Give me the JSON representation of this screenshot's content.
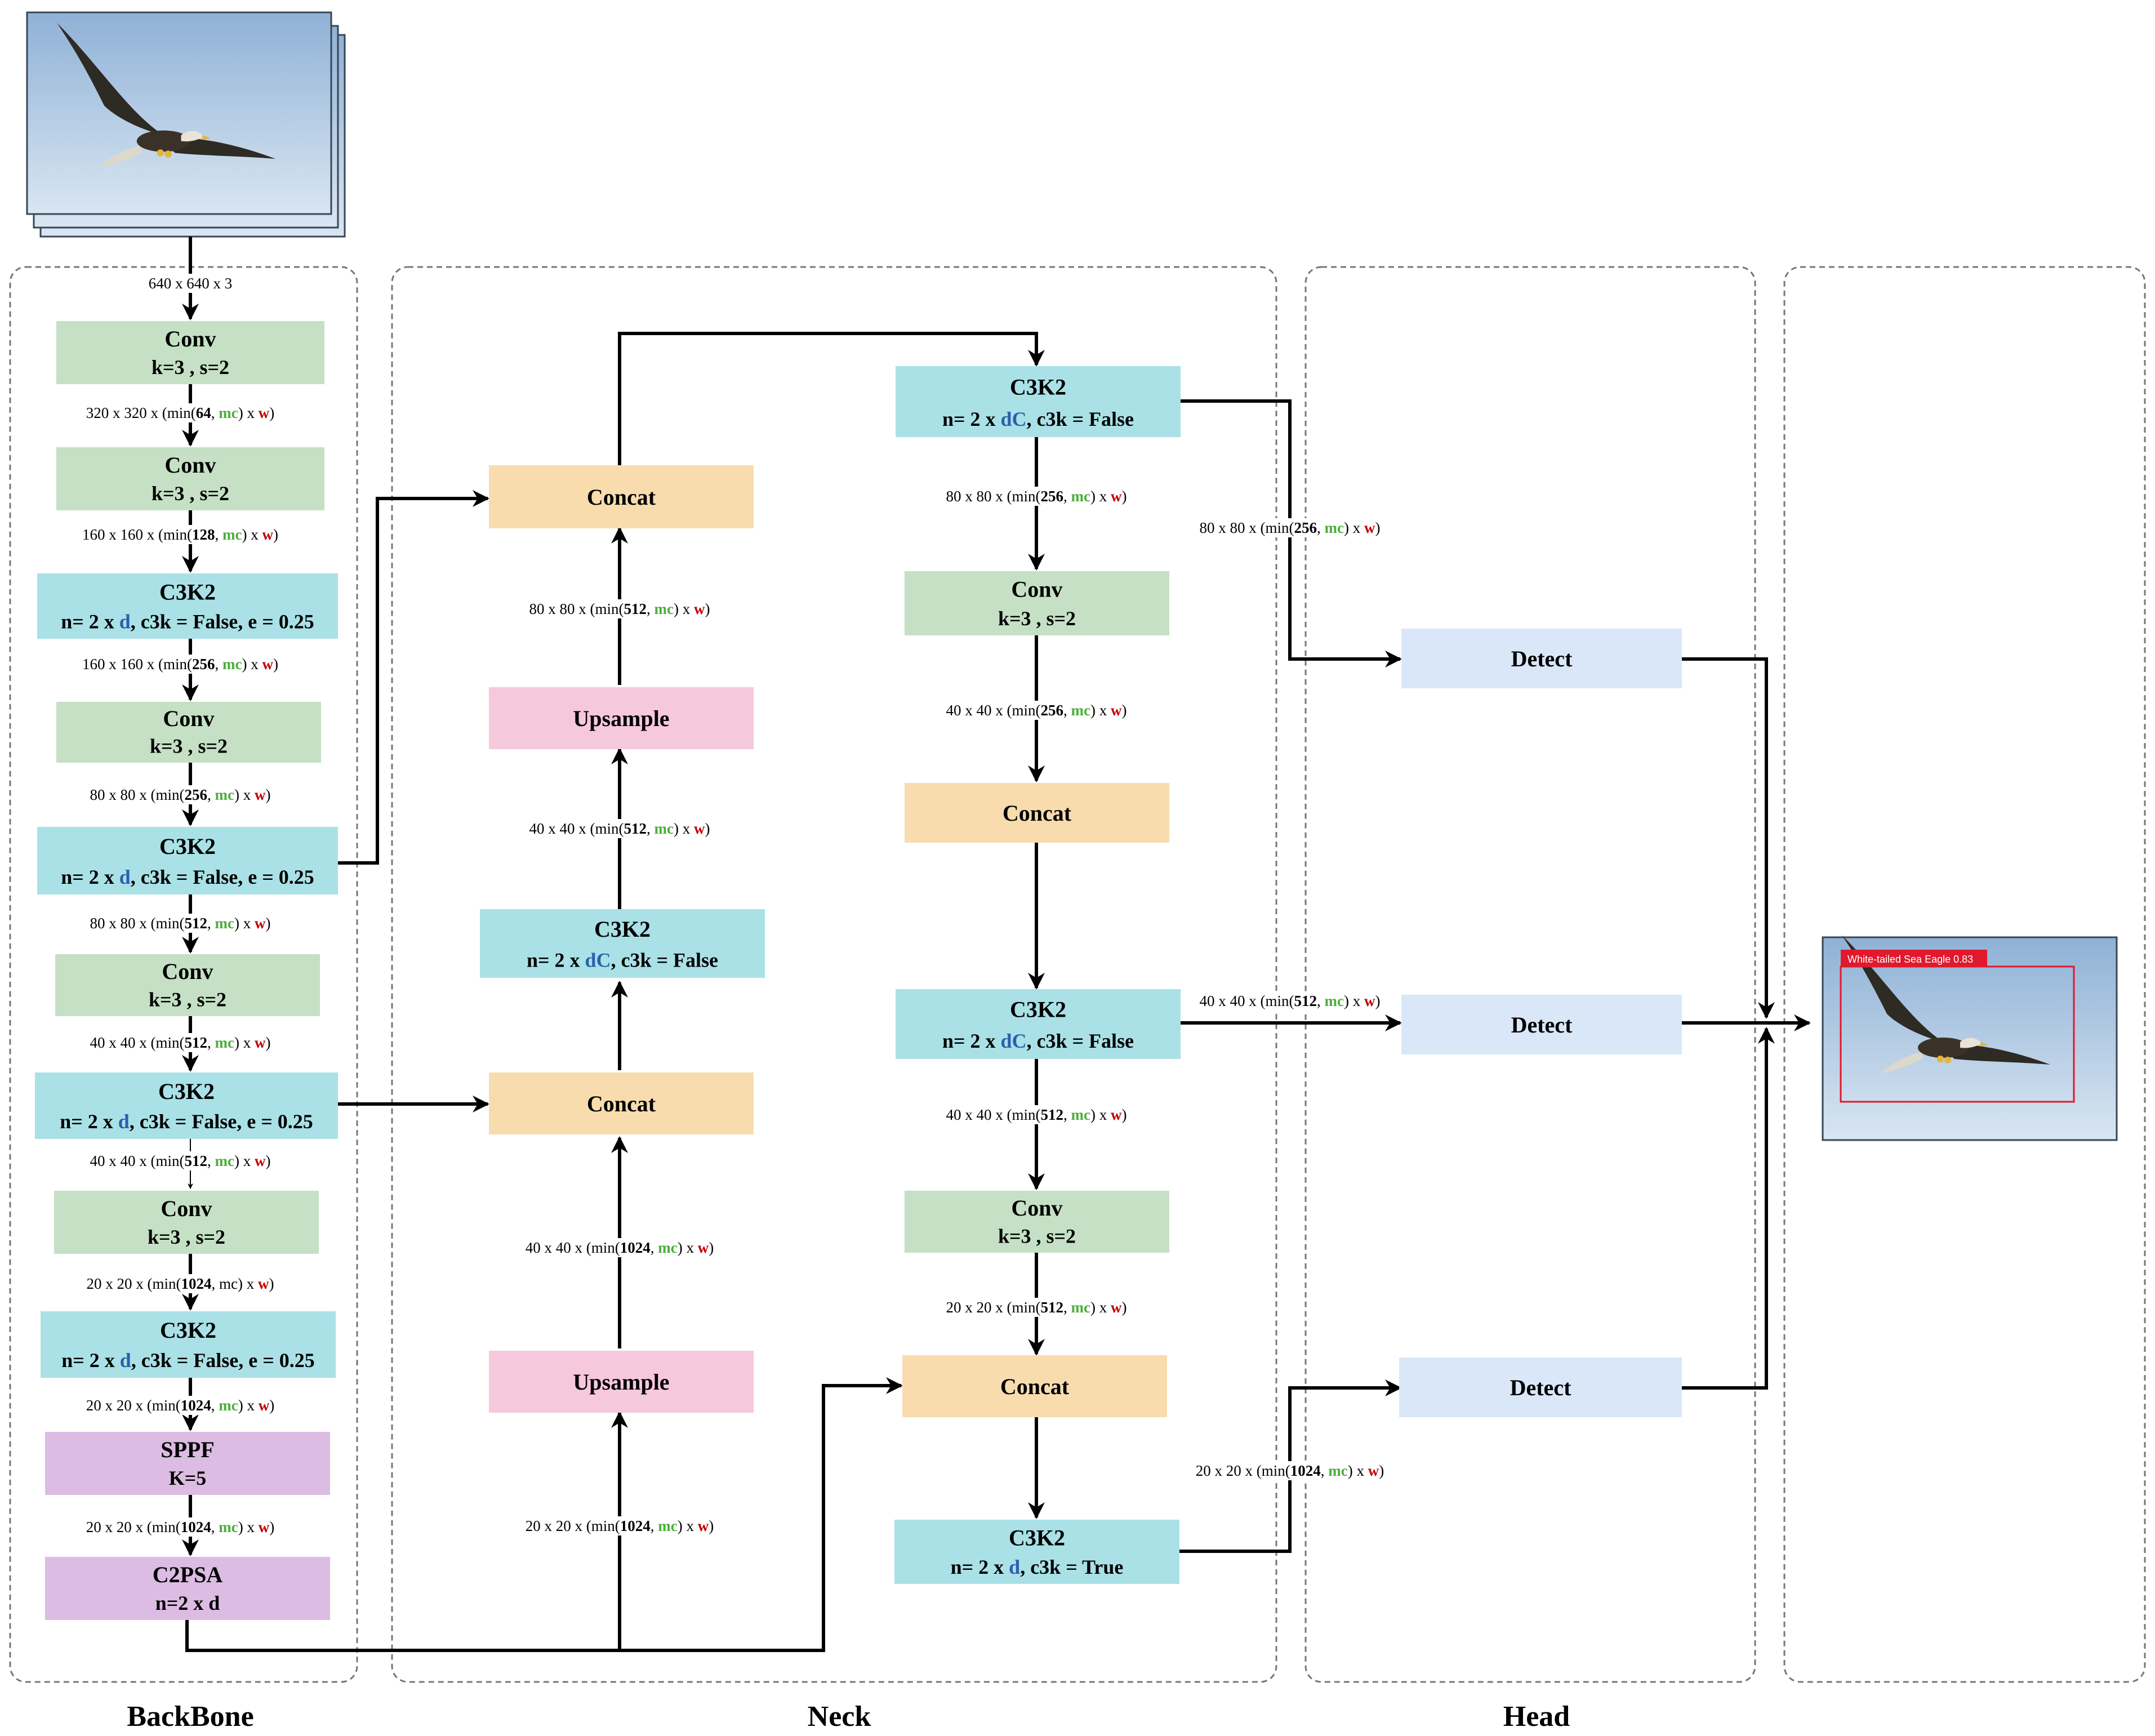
{
  "colors": {
    "conv": "#c5e0c5",
    "c3k2": "#a9e1e7",
    "concat": "#f9dcae",
    "upsample": "#f6c8dc",
    "sppf": "#dcbce2",
    "detect": "#d9e7f9",
    "mc": "#4cae3a",
    "w": "#c00000",
    "d": "#2b5fad",
    "detection_box": "#e0192c"
  },
  "sections": {
    "backbone": "BackBone",
    "neck": "Neck",
    "head": "Head"
  },
  "input_image": {
    "content": "eagle-photo"
  },
  "output_image": {
    "detection_label": "White-tailed Sea Eagle 0.83"
  },
  "blocks": {
    "bb_conv1": {
      "title": "Conv",
      "params": [
        {
          "t": "k=3 , s=2"
        }
      ]
    },
    "bb_conv2": {
      "title": "Conv",
      "params": [
        {
          "t": "k=3 , s=2"
        }
      ]
    },
    "bb_c3k2_1": {
      "title": "C3K2",
      "params": [
        {
          "t": "n= 2 x "
        },
        {
          "t": "d",
          "c": "d"
        },
        {
          "t": ", c3k = False, e = 0.25"
        }
      ]
    },
    "bb_conv3": {
      "title": "Conv",
      "params": [
        {
          "t": "k=3 , s=2"
        }
      ]
    },
    "bb_c3k2_2": {
      "title": "C3K2",
      "params": [
        {
          "t": "n= 2 x "
        },
        {
          "t": "d",
          "c": "d"
        },
        {
          "t": ", c3k = False, e = 0.25"
        }
      ]
    },
    "bb_conv4": {
      "title": "Conv",
      "params": [
        {
          "t": "k=3 , s=2"
        }
      ]
    },
    "bb_c3k2_3": {
      "title": "C3K2",
      "params": [
        {
          "t": "n= 2 x "
        },
        {
          "t": "d",
          "c": "d"
        },
        {
          "t": ", c3k = False, e = 0.25"
        }
      ]
    },
    "bb_conv5": {
      "title": "Conv",
      "params": [
        {
          "t": "k=3 , s=2"
        }
      ]
    },
    "bb_c3k2_4": {
      "title": "C3K2",
      "params": [
        {
          "t": "n= 2 x "
        },
        {
          "t": "d",
          "c": "d"
        },
        {
          "t": ", c3k = False, e = 0.25"
        }
      ]
    },
    "bb_sppf": {
      "title": "SPPF",
      "params": [
        {
          "t": "K=5"
        }
      ]
    },
    "bb_c2psa": {
      "title": "C2PSA",
      "params": [
        {
          "t": "n=2 x d"
        }
      ]
    },
    "nk_concat1": {
      "title": "Concat",
      "params": []
    },
    "nk_upsample1": {
      "title": "Upsample",
      "params": []
    },
    "nk_c3k2_1": {
      "title": "C3K2",
      "params": [
        {
          "t": "n= 2 x "
        },
        {
          "t": "dC",
          "c": "d"
        },
        {
          "t": ", c3k = False"
        }
      ]
    },
    "nk_concat2": {
      "title": "Concat",
      "params": []
    },
    "nk_upsample2": {
      "title": "Upsample",
      "params": []
    },
    "nk_c3k2_2": {
      "title": "C3K2",
      "params": [
        {
          "t": "n= 2 x "
        },
        {
          "t": "dC",
          "c": "d"
        },
        {
          "t": ", c3k = False"
        }
      ]
    },
    "nk_conv1": {
      "title": "Conv",
      "params": [
        {
          "t": "k=3 , s=2"
        }
      ]
    },
    "nk_concat3": {
      "title": "Concat",
      "params": []
    },
    "nk_c3k2_3": {
      "title": "C3K2",
      "params": [
        {
          "t": "n= 2 x "
        },
        {
          "t": "dC",
          "c": "d"
        },
        {
          "t": ", c3k = False"
        }
      ]
    },
    "nk_conv2": {
      "title": "Conv",
      "params": [
        {
          "t": "k=3 , s=2"
        }
      ]
    },
    "nk_concat4": {
      "title": "Concat",
      "params": []
    },
    "nk_c3k2_4": {
      "title": "C3K2",
      "params": [
        {
          "t": "n= 2 x "
        },
        {
          "t": "d",
          "c": "d"
        },
        {
          "t": ", c3k = True"
        }
      ]
    },
    "hd_detect1": {
      "title": "Detect",
      "params": []
    },
    "hd_detect2": {
      "title": "Detect",
      "params": []
    },
    "hd_detect3": {
      "title": "Detect",
      "params": []
    }
  },
  "labels": {
    "l_input": [
      {
        "t": "640 x 640 x 3"
      }
    ],
    "l_bb1": [
      {
        "t": "320 x 320 x (min("
      },
      {
        "t": "64",
        "c": "b"
      },
      {
        "t": ", "
      },
      {
        "t": "mc",
        "c": "mc"
      },
      {
        "t": ") x "
      },
      {
        "t": "w",
        "c": "w"
      },
      {
        "t": ")"
      }
    ],
    "l_bb2": [
      {
        "t": "160 x 160 x (min("
      },
      {
        "t": "128",
        "c": "b"
      },
      {
        "t": ", "
      },
      {
        "t": "mc",
        "c": "mc"
      },
      {
        "t": ") x "
      },
      {
        "t": "w",
        "c": "w"
      },
      {
        "t": ")"
      }
    ],
    "l_bb3": [
      {
        "t": "160 x 160 x (min("
      },
      {
        "t": "256",
        "c": "b"
      },
      {
        "t": ", "
      },
      {
        "t": "mc",
        "c": "mc"
      },
      {
        "t": ") x "
      },
      {
        "t": "w",
        "c": "w"
      },
      {
        "t": ")"
      }
    ],
    "l_bb4": [
      {
        "t": "80 x 80 x (min("
      },
      {
        "t": "256",
        "c": "b"
      },
      {
        "t": ", "
      },
      {
        "t": "mc",
        "c": "mc"
      },
      {
        "t": ") x "
      },
      {
        "t": "w",
        "c": "w"
      },
      {
        "t": ")"
      }
    ],
    "l_bb5": [
      {
        "t": "80 x 80 x (min("
      },
      {
        "t": "512",
        "c": "b"
      },
      {
        "t": ", "
      },
      {
        "t": "mc",
        "c": "mc"
      },
      {
        "t": ") x "
      },
      {
        "t": "w",
        "c": "w"
      },
      {
        "t": ")"
      }
    ],
    "l_bb6": [
      {
        "t": "40 x 40 x (min("
      },
      {
        "t": "512",
        "c": "b"
      },
      {
        "t": ", "
      },
      {
        "t": "mc",
        "c": "mc"
      },
      {
        "t": ") x "
      },
      {
        "t": "w",
        "c": "w"
      },
      {
        "t": ")"
      }
    ],
    "l_bb7": [
      {
        "t": "40 x 40 x (min("
      },
      {
        "t": "512",
        "c": "b"
      },
      {
        "t": ", "
      },
      {
        "t": "mc",
        "c": "mc"
      },
      {
        "t": ") x "
      },
      {
        "t": "w",
        "c": "w"
      },
      {
        "t": ")"
      }
    ],
    "l_bb8": [
      {
        "t": "20 x 20 x (min("
      },
      {
        "t": "1024",
        "c": "b"
      },
      {
        "t": ", mc) x "
      },
      {
        "t": "w",
        "c": "w"
      },
      {
        "t": ")"
      }
    ],
    "l_bb9": [
      {
        "t": "20 x 20 x (min("
      },
      {
        "t": "1024",
        "c": "b"
      },
      {
        "t": ", "
      },
      {
        "t": "mc",
        "c": "mc"
      },
      {
        "t": ") x "
      },
      {
        "t": "w",
        "c": "w"
      },
      {
        "t": ")"
      }
    ],
    "l_bb10": [
      {
        "t": "20 x 20 x (min("
      },
      {
        "t": "1024",
        "c": "b"
      },
      {
        "t": ", "
      },
      {
        "t": "mc",
        "c": "mc"
      },
      {
        "t": ") x "
      },
      {
        "t": "w",
        "c": "w"
      },
      {
        "t": ")"
      }
    ],
    "l_nkA1": [
      {
        "t": "80 x 80 x (min("
      },
      {
        "t": "512",
        "c": "b"
      },
      {
        "t": ", "
      },
      {
        "t": "mc",
        "c": "mc"
      },
      {
        "t": ") x "
      },
      {
        "t": "w",
        "c": "w"
      },
      {
        "t": ")"
      }
    ],
    "l_nkA2": [
      {
        "t": "40 x 40 x (min("
      },
      {
        "t": "512",
        "c": "b"
      },
      {
        "t": ", "
      },
      {
        "t": "mc",
        "c": "mc"
      },
      {
        "t": ") x "
      },
      {
        "t": "w",
        "c": "w"
      },
      {
        "t": ")"
      }
    ],
    "l_nkA3": [
      {
        "t": "40 x 40 x (min("
      },
      {
        "t": "1024",
        "c": "b"
      },
      {
        "t": ", "
      },
      {
        "t": "mc",
        "c": "mc"
      },
      {
        "t": ") x "
      },
      {
        "t": "w",
        "c": "w"
      },
      {
        "t": ")"
      }
    ],
    "l_nkA4": [
      {
        "t": "20 x 20 x (min("
      },
      {
        "t": "1024",
        "c": "b"
      },
      {
        "t": ", "
      },
      {
        "t": "mc",
        "c": "mc"
      },
      {
        "t": ") x "
      },
      {
        "t": "w",
        "c": "w"
      },
      {
        "t": ")"
      }
    ],
    "l_nkB1": [
      {
        "t": "80 x 80 x (min("
      },
      {
        "t": "256",
        "c": "b"
      },
      {
        "t": ", "
      },
      {
        "t": "mc",
        "c": "mc"
      },
      {
        "t": ") x "
      },
      {
        "t": "w",
        "c": "w"
      },
      {
        "t": ")"
      }
    ],
    "l_nkB2": [
      {
        "t": "40 x 40 x (min("
      },
      {
        "t": "256",
        "c": "b"
      },
      {
        "t": ", "
      },
      {
        "t": "mc",
        "c": "mc"
      },
      {
        "t": ") x "
      },
      {
        "t": "w",
        "c": "w"
      },
      {
        "t": ")"
      }
    ],
    "l_nkB3": [
      {
        "t": "40 x 40 x (min("
      },
      {
        "t": "512",
        "c": "b"
      },
      {
        "t": ", "
      },
      {
        "t": "mc",
        "c": "mc"
      },
      {
        "t": ") x "
      },
      {
        "t": "w",
        "c": "w"
      },
      {
        "t": ")"
      }
    ],
    "l_nkB4": [
      {
        "t": "20 x 20 x (min("
      },
      {
        "t": "512",
        "c": "b"
      },
      {
        "t": ", "
      },
      {
        "t": "mc",
        "c": "mc"
      },
      {
        "t": ") x "
      },
      {
        "t": "w",
        "c": "w"
      },
      {
        "t": ")"
      }
    ],
    "l_hd1": [
      {
        "t": "80 x 80 x (min("
      },
      {
        "t": "256",
        "c": "b"
      },
      {
        "t": ", "
      },
      {
        "t": "mc",
        "c": "mc"
      },
      {
        "t": ") x "
      },
      {
        "t": "w",
        "c": "w"
      },
      {
        "t": ")"
      }
    ],
    "l_hd2": [
      {
        "t": "40 x 40 x (min("
      },
      {
        "t": "512",
        "c": "b"
      },
      {
        "t": ", "
      },
      {
        "t": "mc",
        "c": "mc"
      },
      {
        "t": ") x "
      },
      {
        "t": "w",
        "c": "w"
      },
      {
        "t": ")"
      }
    ],
    "l_hd3": [
      {
        "t": "20 x 20 x (min("
      },
      {
        "t": "1024",
        "c": "b"
      },
      {
        "t": ", "
      },
      {
        "t": "mc",
        "c": "mc"
      },
      {
        "t": ") x "
      },
      {
        "t": "w",
        "c": "w"
      },
      {
        "t": ")"
      }
    ]
  }
}
